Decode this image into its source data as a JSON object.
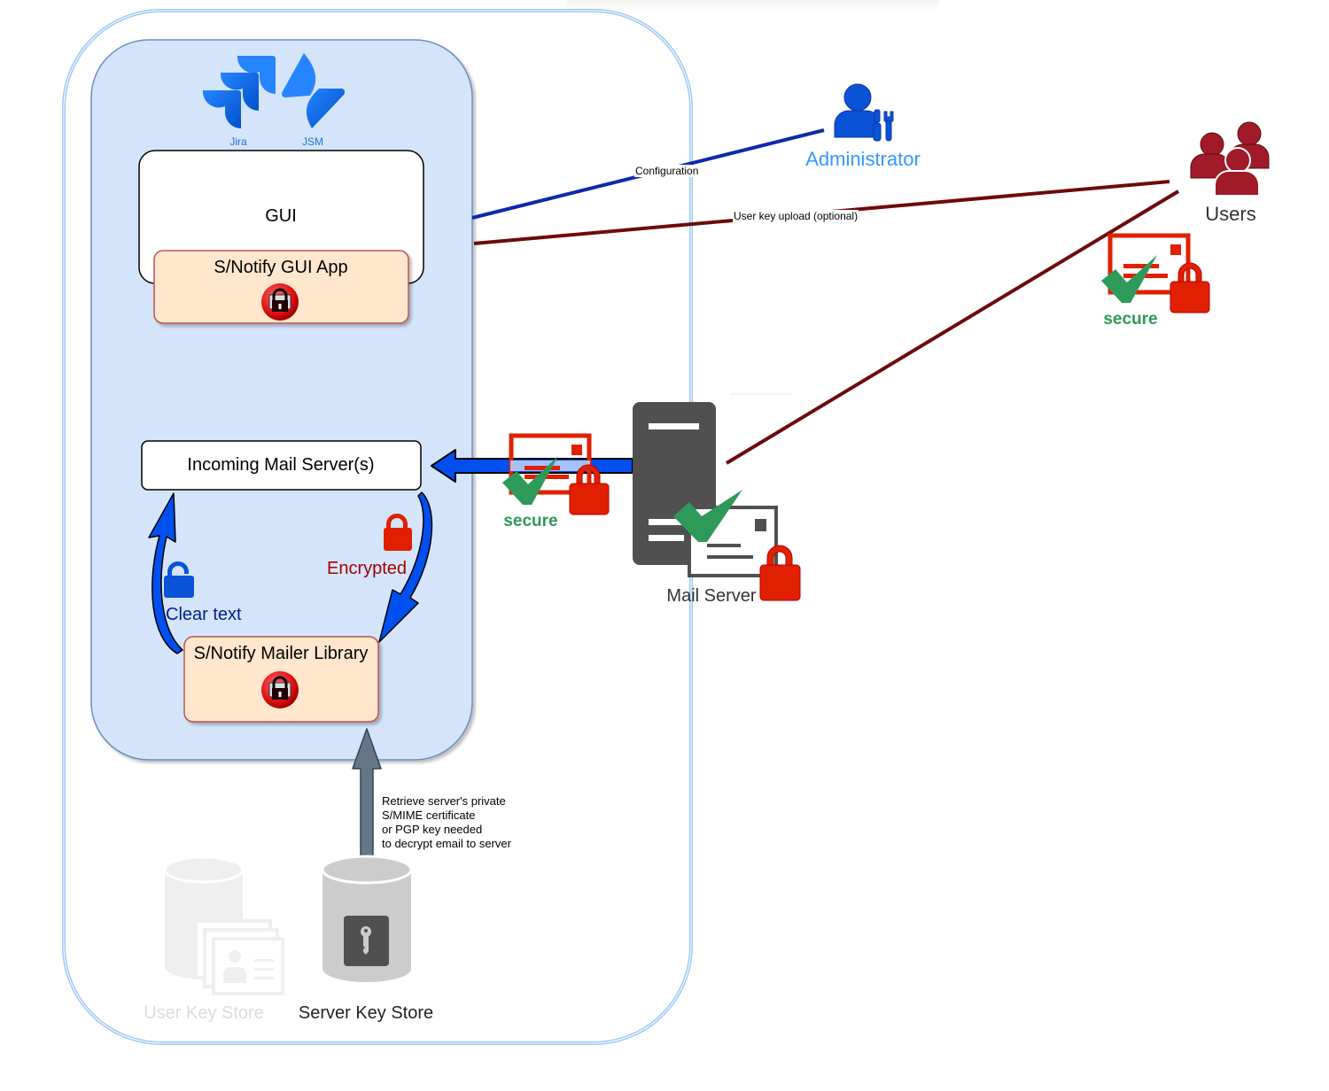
{
  "diagram": {
    "logos": {
      "jira": "Jira",
      "jsm": "JSM"
    },
    "nodes": {
      "gui": "GUI",
      "gui_app": "S/Notify GUI App",
      "incoming_mail": "Incoming Mail Server(s)",
      "mailer_library": "S/Notify Mailer Library",
      "administrator": "Administrator",
      "users": "Users",
      "mail_server": "Mail Server",
      "user_key_store": "User Key Store",
      "server_key_store": "Server Key Store"
    },
    "edges": {
      "configuration": "Configuration",
      "user_key_upload": "User key upload (optional)",
      "clear_text": "Clear text",
      "encrypted": "Encrypted",
      "retrieve_note": [
        "Retrieve server's private",
        "S/MIME certificate",
        "or PGP key needed",
        "to decrypt email to server"
      ]
    },
    "badges": {
      "secure_mail": "secure",
      "secure_users": "secure"
    },
    "icons": {
      "jira": "jira-logo-icon",
      "jsm": "jsm-logo-icon",
      "app_lock": "lock-mail-badge-icon",
      "administrator": "admin-user-icon",
      "users": "users-group-icon",
      "mail_server": "server-icon",
      "secure_envelope": "secure-envelope-icon",
      "server_key_store": "database-key-icon",
      "user_key_store": "database-contacts-icon",
      "lock_open": "unlocked-padlock-icon",
      "lock_closed": "locked-padlock-icon"
    },
    "colors": {
      "container_border": "#9ccaf5",
      "app_group_fill": "#d4e5fb",
      "app_group_border": "#6c8ebf",
      "component_fill": "#ffe6cc",
      "component_border": "#b85450",
      "admin_blue": "#0a52d6",
      "admin_label": "#3399ff",
      "users_red": "#a01a28",
      "user_line": "#6e0a0a",
      "config_line": "#0a2ab0",
      "flow_arrow": "#0050ef",
      "secure_green": "#2d9a5a",
      "lock_red": "#e02000",
      "clear_text_blue": "#001d8a",
      "encrypted_red": "#a00000",
      "server_gray": "#505050",
      "keystore_gray": "#cccccc",
      "disabled_gray": "#dcdcdc"
    }
  }
}
